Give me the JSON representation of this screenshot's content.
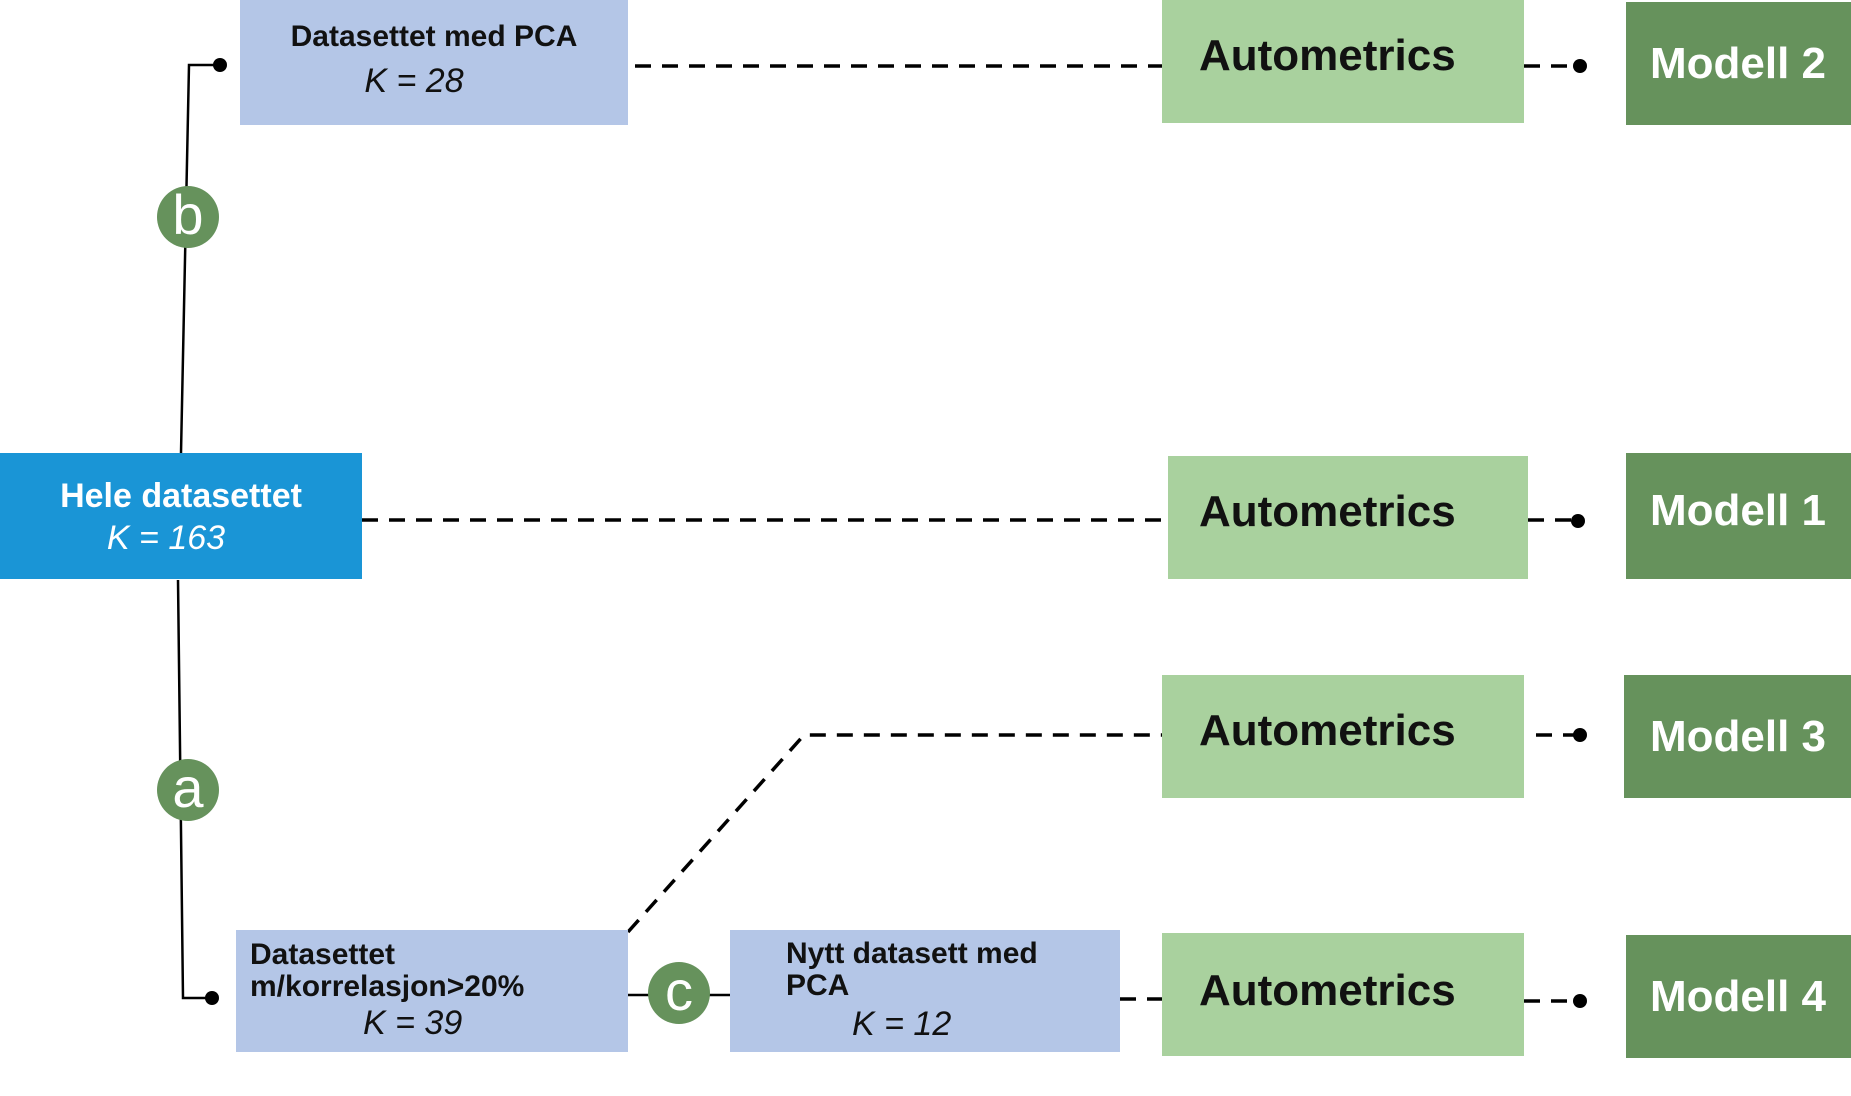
{
  "colors": {
    "main_blue": "#1a95d6",
    "dataset_blue": "#b4c6e7",
    "autometrics_green": "#a9d19e",
    "model_green": "#66925c"
  },
  "main": {
    "title": "Hele datasettet",
    "k": "K = 163"
  },
  "pca": {
    "title": "Datasettet med PCA",
    "k": "K = 28"
  },
  "corr": {
    "title_line1": "Datasettet",
    "title_line2": "m/korrelasjon>20%",
    "k": "K = 39"
  },
  "newpca": {
    "title_line1": "Nytt datasett med",
    "title_line2": "PCA",
    "k": "K = 12"
  },
  "autometrics": {
    "label": "Autometrics"
  },
  "models": [
    "Modell 2",
    "Modell 1",
    "Modell 3",
    "Modell 4"
  ],
  "badges": {
    "a": "a",
    "b": "b",
    "c": "c"
  }
}
